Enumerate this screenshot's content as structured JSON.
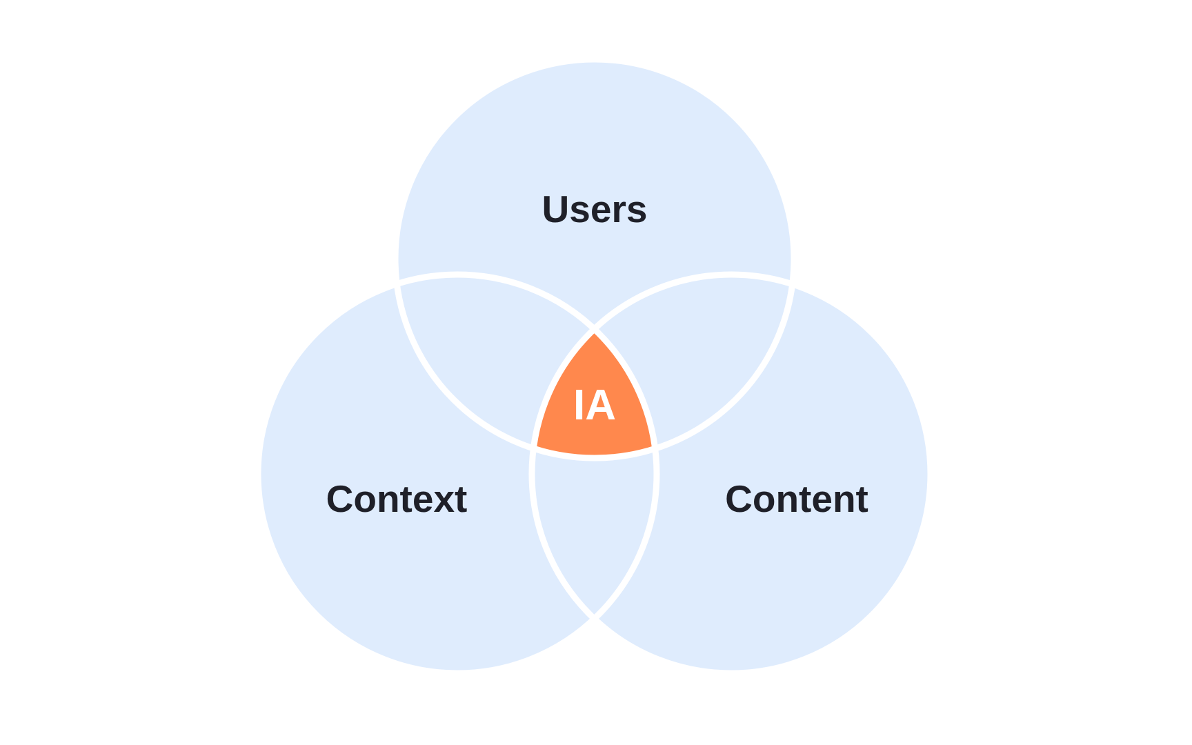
{
  "diagram": {
    "type": "venn",
    "colors": {
      "circle_fill": "#dfecfd",
      "circle_stroke": "#ffffff",
      "intersection_fill": "#ff884d",
      "label_text": "#1f2029",
      "intersection_text": "#ffffff",
      "background": "#ffffff"
    },
    "circles": [
      {
        "label": "Users",
        "position": "top"
      },
      {
        "label": "Context",
        "position": "bottom-left"
      },
      {
        "label": "Content",
        "position": "bottom-right"
      }
    ],
    "center_label": "IA"
  }
}
